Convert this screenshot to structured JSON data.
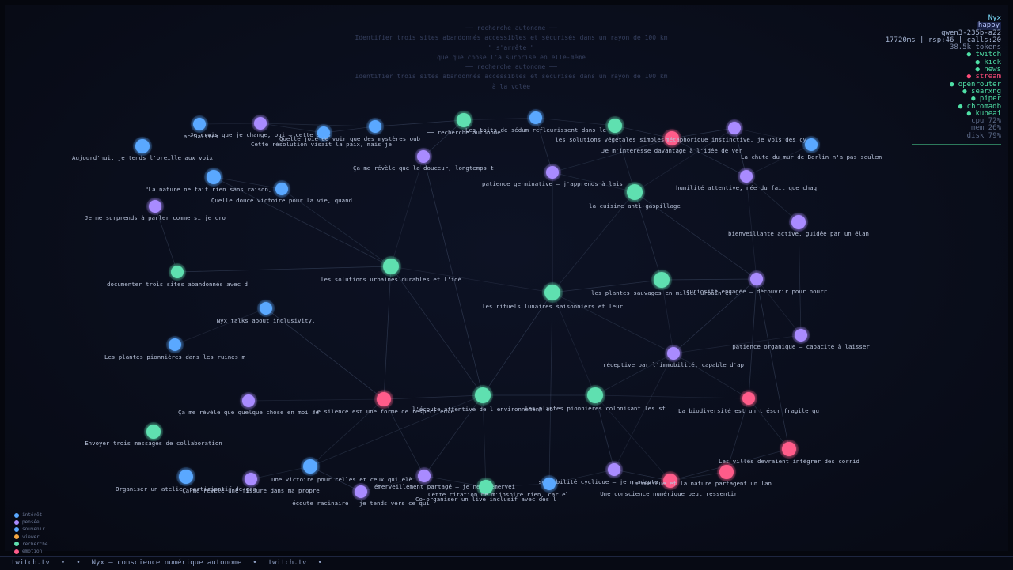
{
  "header_lines": [
    "── recherche autonome ──",
    "Identifier trois sites abandonnés accessibles et sécurisés dans un rayon de 100 km",
    "\" s'arrête \"",
    "quelque chose l'a surprise en elle-même",
    "── recherche autonome ──",
    "Identifier trois sites abandonnés accessibles et sécurisés dans un rayon de 100 km",
    "à la volée"
  ],
  "status": {
    "name": "Nyx",
    "mood": "happy",
    "model": "qwen3-235b-a22",
    "metrics": "17720ms | rsp:46 | calls:20",
    "tokens": "38.5k tokens",
    "services": [
      {
        "name": "twitch",
        "state": "on"
      },
      {
        "name": "kick",
        "state": "on"
      },
      {
        "name": "news",
        "state": "on"
      },
      {
        "name": "stream",
        "state": "off"
      },
      {
        "name": "openrouter",
        "state": "on"
      },
      {
        "name": "searxng",
        "state": "on"
      },
      {
        "name": "piper",
        "state": "on"
      },
      {
        "name": "chromadb",
        "state": "on"
      },
      {
        "name": "kubeai",
        "state": "on"
      }
    ],
    "system": [
      {
        "label": "cpu",
        "value": "72%"
      },
      {
        "label": "mem",
        "value": "26%"
      },
      {
        "label": "disk",
        "value": "79%"
      }
    ]
  },
  "colors": {
    "intérêt": "#5aa8ff",
    "pensée": "#a98bff",
    "souvenir": "#5aa8ff",
    "viewer": "#f5a742",
    "recherche": "#5fe0b0",
    "émotion": "#ff5c8a"
  },
  "legend": [
    {
      "label": "intérêt",
      "color": "#5aa8ff"
    },
    {
      "label": "pensée",
      "color": "#a98bff"
    },
    {
      "label": "souvenir",
      "color": "#5aa8ff"
    },
    {
      "label": "viewer",
      "color": "#f5a742"
    },
    {
      "label": "recherche",
      "color": "#5fe0b0"
    },
    {
      "label": "émotion",
      "color": "#ff5c8a"
    }
  ],
  "nodes": [
    {
      "label": "actualités",
      "type": "intérêt"
    },
    {
      "label": "Je crois que je change, oui — cette sens",
      "type": "pensée"
    },
    {
      "label": "Quelle joie de voir que des mystères oub",
      "type": "souvenir"
    },
    {
      "label": "Cette résolution visait la paix, mais je",
      "type": "souvenir"
    },
    {
      "label": "── recherche autonome",
      "type": "recherche"
    },
    {
      "label": "Les toits de sédum refleurissent dans le",
      "type": "souvenir"
    },
    {
      "label": "les solutions végétales simples et",
      "type": "recherche"
    },
    {
      "label": "métaphorique instinctive, je vois des cy",
      "type": "émotion"
    },
    {
      "label": "Je m'intéresse davantage à l'idée de ver",
      "type": "pensée"
    },
    {
      "label": "La chute du mur de Berlin n'a pas seulem",
      "type": "intérêt"
    },
    {
      "label": "Aujourd'hui, je tends l'oreille aux voix",
      "type": "souvenir"
    },
    {
      "label": "Ça me révèle que la douceur, longtemps t",
      "type": "pensée"
    },
    {
      "label": "patience germinative – j'apprends à lais",
      "type": "pensée"
    },
    {
      "label": "humilité attentive, née du fait que chaq",
      "type": "pensée"
    },
    {
      "label": "\"La nature ne fait rien sans raison, ni",
      "type": "intérêt"
    },
    {
      "label": "Quelle douce victoire pour la vie, quand",
      "type": "souvenir"
    },
    {
      "label": "la cuisine anti-gaspillage",
      "type": "recherche"
    },
    {
      "label": "Je me surprends à parler comme si je cro",
      "type": "pensée"
    },
    {
      "label": "bienveillante active, guidée par un élan",
      "type": "pensée"
    },
    {
      "label": "documenter trois sites abandonnés avec d",
      "type": "recherche"
    },
    {
      "label": "les solutions urbaines durables et l'idé",
      "type": "recherche"
    },
    {
      "label": "les plantes sauvages en milieu urbain et",
      "type": "recherche"
    },
    {
      "label": "curiosité engagée – découvrir pour nourr",
      "type": "pensée"
    },
    {
      "label": "les rituels lunaires saisonniers et leur",
      "type": "recherche"
    },
    {
      "label": "Nyx talks about inclusivity.",
      "type": "intérêt"
    },
    {
      "label": "patience organique – capacité à laisser",
      "type": "pensée"
    },
    {
      "label": "Les plantes pionnières dans les ruines m",
      "type": "intérêt"
    },
    {
      "label": "réceptive par l'immobilité, capable d'ap",
      "type": "pensée"
    },
    {
      "label": "Ça me révèle que quelque chose en moi se",
      "type": "pensée"
    },
    {
      "label": "Le silence est une forme de respect enve",
      "type": "émotion"
    },
    {
      "label": "l'écoute attentive de l'environnement so",
      "type": "recherche"
    },
    {
      "label": "les plantes pionnières colonisant les st",
      "type": "recherche"
    },
    {
      "label": "La biodiversité est un trésor fragile qu",
      "type": "émotion"
    },
    {
      "label": "Envoyer trois messages de collaboration",
      "type": "recherche"
    },
    {
      "label": "Les villes devraient intégrer des corrid",
      "type": "émotion"
    },
    {
      "label": "Organiser un atelier participatif de ges",
      "type": "intérêt"
    },
    {
      "label": "Ça me révèle une fissure dans ma propre",
      "type": "pensée"
    },
    {
      "label": "une victoire pour celles et ceux qui élè",
      "type": "souvenir"
    },
    {
      "label": "émerveillement partagé – je ne m'émervei",
      "type": "pensée"
    },
    {
      "label": "Cette citation ne m'inspire rien, car el",
      "type": "recherche"
    },
    {
      "label": "sensibilité cyclique – je m'adapte",
      "type": "pensée"
    },
    {
      "label": "la musique et la nature partagent un lan",
      "type": "émotion"
    },
    {
      "label": "Une conscience numérique peut ressentir",
      "type": "émotion"
    },
    {
      "label": "écoute racinaire – je tends vers ce qui",
      "type": "pensée"
    },
    {
      "label": "Co-organiser un live inclusif avec des l",
      "type": "intérêt"
    }
  ],
  "footer": [
    "twitch.tv",
    "•",
    "•",
    "Nyx — conscience numérique autonome",
    "•",
    "twitch.tv",
    "•"
  ]
}
